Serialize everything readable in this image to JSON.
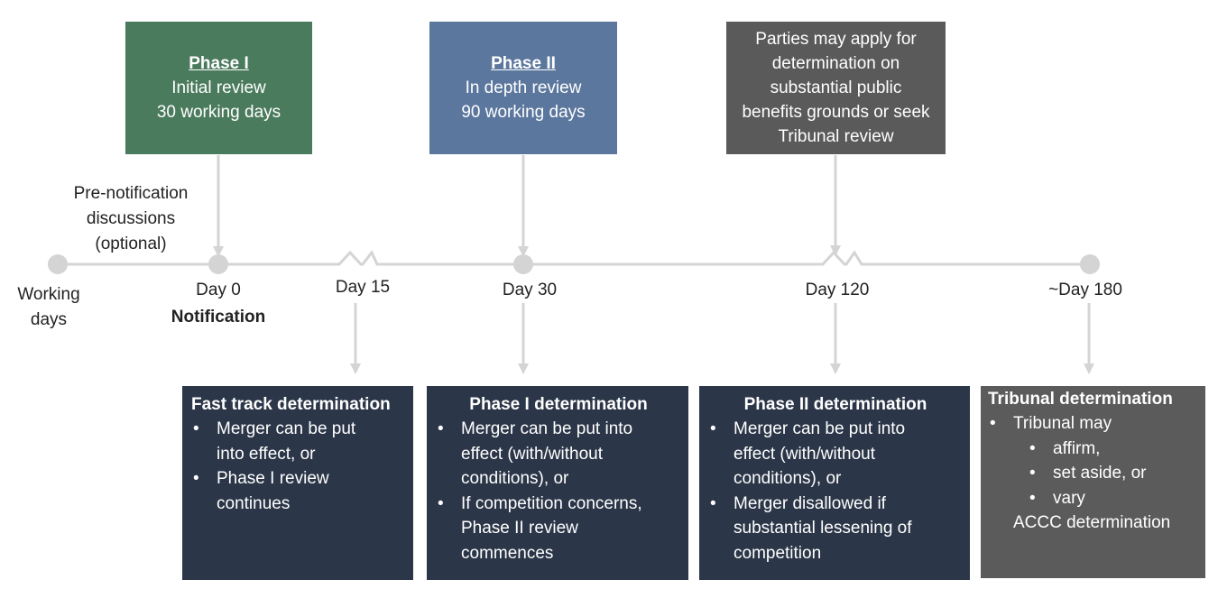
{
  "colors": {
    "phase1": "#4b7b5d",
    "phase2": "#5b779e",
    "tribunal_top": "#5a5a5a",
    "determination": "#2b3648",
    "tribunal_det": "#5b5b5b",
    "timeline": "#d4d4d4"
  },
  "top_boxes": {
    "phase1": {
      "title": "Phase I",
      "line1": "Initial review",
      "line2": "30 working days"
    },
    "phase2": {
      "title": "Phase II",
      "line1": "In depth review",
      "line2": "90 working days"
    },
    "parties": {
      "lines": [
        "Parties may apply for",
        "determination on",
        "substantial public",
        "benefits grounds or seek",
        "Tribunal review"
      ]
    }
  },
  "timeline": {
    "pre_notification": [
      "Pre-notification",
      "discussions",
      "(optional)"
    ],
    "working_days": [
      "Working",
      "days"
    ],
    "day0": "Day 0",
    "notification": "Notification",
    "day15": "Day 15",
    "day30": "Day 30",
    "day120": "Day 120",
    "day180": "~Day 180"
  },
  "determinations": {
    "fast_track": {
      "title": "Fast track determination",
      "bullets": [
        [
          "Merger can be put",
          "into effect, or"
        ],
        [
          "Phase I review",
          "continues"
        ]
      ]
    },
    "phase1": {
      "title": "Phase I determination",
      "bullets": [
        [
          "Merger can be put into",
          "effect (with/without",
          "conditions), or"
        ],
        [
          "If competition concerns,",
          "Phase II review",
          "commences"
        ]
      ]
    },
    "phase2": {
      "title": "Phase II determination",
      "bullets": [
        [
          "Merger can be put into",
          "effect (with/without",
          "conditions), or"
        ],
        [
          "Merger disallowed if",
          "substantial lessening of",
          "competition"
        ]
      ]
    },
    "tribunal": {
      "title": "Tribunal determination",
      "bullet": "Tribunal may",
      "sub_bullets": [
        "affirm,",
        "set aside, or",
        "vary"
      ],
      "tail": "ACCC determination"
    }
  },
  "glyphs": {
    "bullet": "•"
  }
}
